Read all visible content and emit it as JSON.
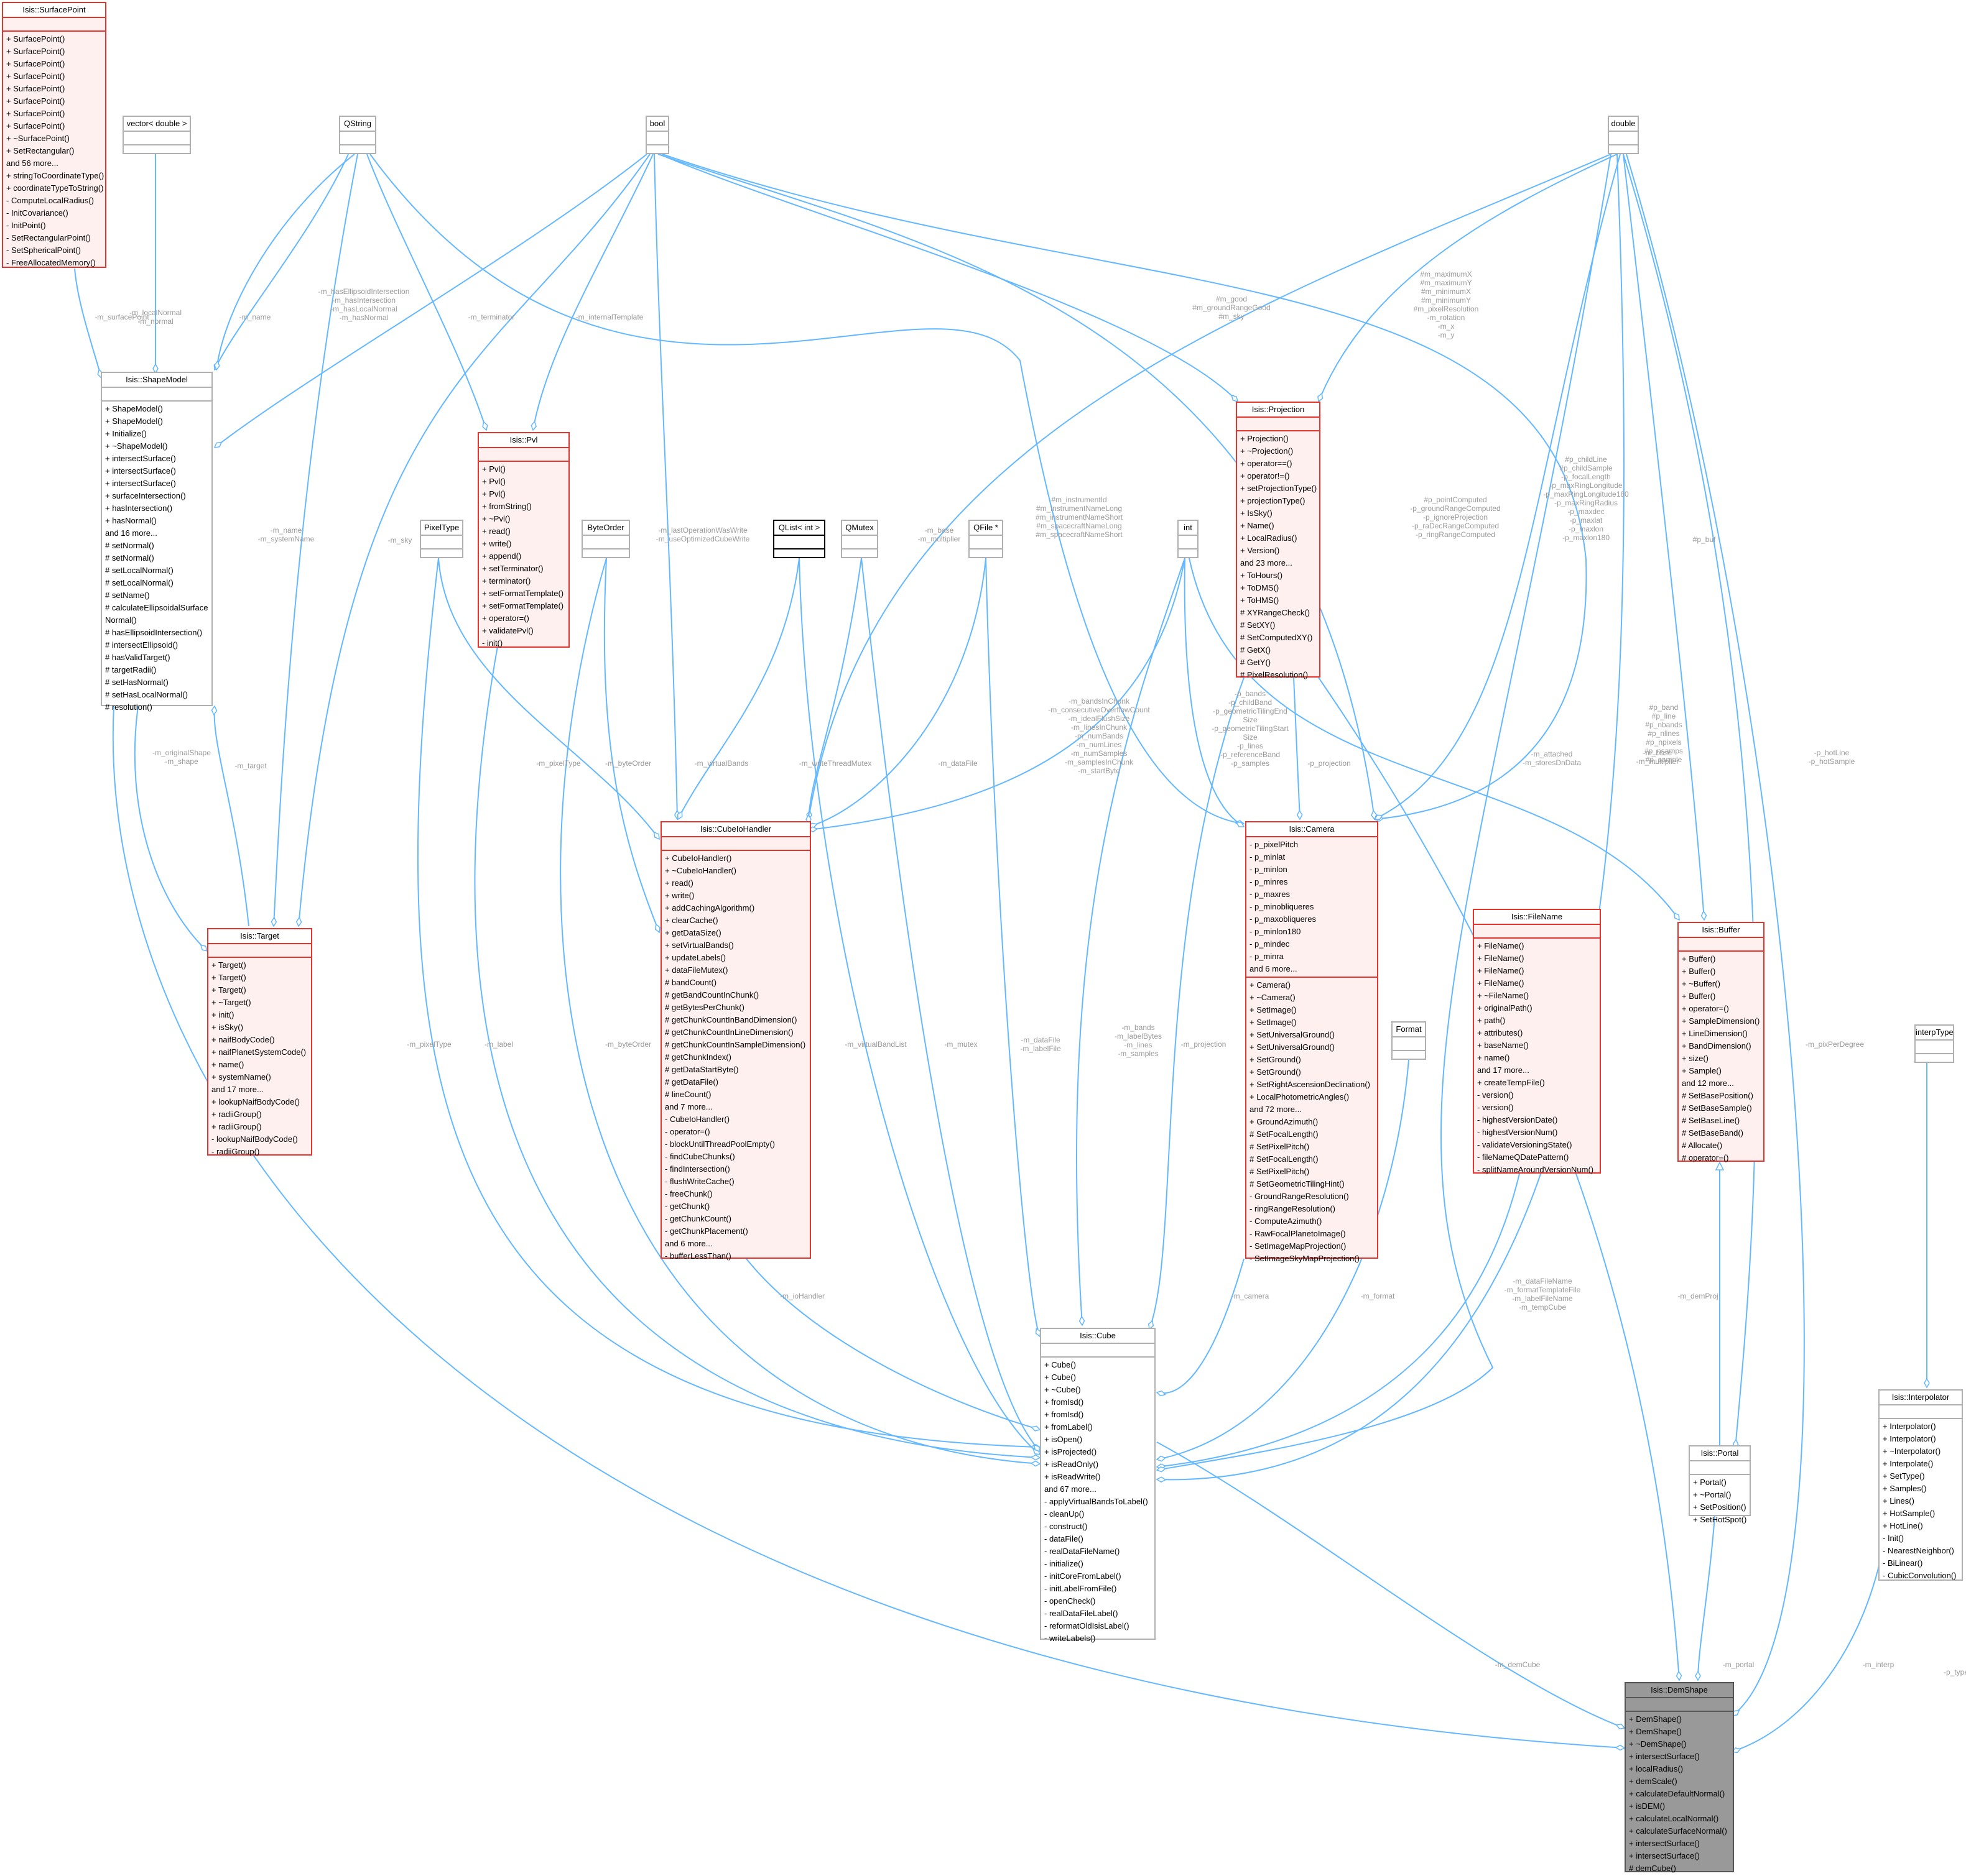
{
  "nodes": [
    {
      "id": "surfacepoint",
      "title": "Isis::SurfacePoint",
      "style": "red",
      "sections": [
        [],
        [
          "+ SurfacePoint()",
          "+ SurfacePoint()",
          "+ SurfacePoint()",
          "+ SurfacePoint()",
          "+ SurfacePoint()",
          "+ SurfacePoint()",
          "+ SurfacePoint()",
          "+ SurfacePoint()",
          "+ ~SurfacePoint()",
          "+ SetRectangular()",
          "   and 56 more...",
          "+ stringToCoordinateType()",
          "+ coordinateTypeToString()",
          "- ComputeLocalRadius()",
          "- InitCovariance()",
          "- InitPoint()",
          "- SetRectangularPoint()",
          "- SetSphericalPoint()",
          "- FreeAllocatedMemory()"
        ]
      ]
    },
    {
      "id": "vector",
      "title": "vector< double >",
      "style": "plain",
      "sections": [
        [],
        []
      ]
    },
    {
      "id": "qstring",
      "title": "QString",
      "style": "plain",
      "sections": [
        [],
        []
      ]
    },
    {
      "id": "bool",
      "title": "bool",
      "style": "plain",
      "sections": [
        [],
        []
      ]
    },
    {
      "id": "double",
      "title": "double",
      "style": "plain",
      "sections": [
        [],
        []
      ]
    },
    {
      "id": "shapemodel",
      "title": "Isis::ShapeModel",
      "style": "plain",
      "sections": [
        [],
        [
          "+ ShapeModel()",
          "+ ShapeModel()",
          "+ Initialize()",
          "+ ~ShapeModel()",
          "+ intersectSurface()",
          "+ intersectSurface()",
          "+ intersectSurface()",
          "+ surfaceIntersection()",
          "+ hasIntersection()",
          "+ hasNormal()",
          "   and 16 more...",
          "# setNormal()",
          "# setNormal()",
          "# setLocalNormal()",
          "# setLocalNormal()",
          "# setName()",
          "# calculateEllipsoidalSurface",
          "   Normal()",
          "# hasEllipsoidIntersection()",
          "# intersectEllipsoid()",
          "# hasValidTarget()",
          "# targetRadii()",
          "# setHasNormal()",
          "# setHasLocalNormal()",
          "# resolution()"
        ]
      ]
    },
    {
      "id": "pvl",
      "title": "Isis::Pvl",
      "style": "red",
      "sections": [
        [],
        [
          "+ Pvl()",
          "+ Pvl()",
          "+ Pvl()",
          "+ fromString()",
          "+ ~Pvl()",
          "+ read()",
          "+ write()",
          "+ append()",
          "+ setTerminator()",
          "+ terminator()",
          "+ setFormatTemplate()",
          "+ setFormatTemplate()",
          "+ operator=()",
          "+ validatePvl()",
          "- init()"
        ]
      ]
    },
    {
      "id": "projection",
      "title": "Isis::Projection",
      "style": "red",
      "sections": [
        [],
        [
          "+ Projection()",
          "+ ~Projection()",
          "+ operator==()",
          "+ operator!=()",
          "+ setProjectionType()",
          "+ projectionType()",
          "+ IsSky()",
          "+ Name()",
          "+ LocalRadius()",
          "+ Version()",
          "   and 23 more...",
          "+ ToHours()",
          "+ ToDMS()",
          "+ ToHMS()",
          "# XYRangeCheck()",
          "# SetXY()",
          "# SetComputedXY()",
          "# GetX()",
          "# GetY()",
          "# PixelResolution()"
        ]
      ]
    },
    {
      "id": "pixeltype",
      "title": "PixelType",
      "style": "plain",
      "sections": [
        [],
        []
      ]
    },
    {
      "id": "byteorder",
      "title": "ByteOrder",
      "style": "plain",
      "sections": [
        [],
        []
      ]
    },
    {
      "id": "qlist",
      "title": "QList< int >",
      "style": "black",
      "sections": [
        [],
        []
      ]
    },
    {
      "id": "qmutex",
      "title": "QMutex",
      "style": "plain",
      "sections": [
        [],
        []
      ]
    },
    {
      "id": "qfile",
      "title": "QFile *",
      "style": "plain",
      "sections": [
        [],
        []
      ]
    },
    {
      "id": "int",
      "title": "int",
      "style": "plain",
      "sections": [
        [],
        []
      ]
    },
    {
      "id": "cubeio",
      "title": "Isis::CubeIoHandler",
      "style": "red",
      "sections": [
        [],
        [
          "+ CubeIoHandler()",
          "+ ~CubeIoHandler()",
          "+ read()",
          "+ write()",
          "+ addCachingAlgorithm()",
          "+ clearCache()",
          "+ getDataSize()",
          "+ setVirtualBands()",
          "+ updateLabels()",
          "+ dataFileMutex()",
          "# bandCount()",
          "# getBandCountInChunk()",
          "# getBytesPerChunk()",
          "# getChunkCountInBandDimension()",
          "# getChunkCountInLineDimension()",
          "# getChunkCountInSampleDimension()",
          "# getChunkIndex()",
          "# getDataStartByte()",
          "# getDataFile()",
          "# lineCount()",
          "   and 7 more...",
          "- CubeIoHandler()",
          "- operator=()",
          "- blockUntilThreadPoolEmpty()",
          "- findCubeChunks()",
          "- findIntersection()",
          "- flushWriteCache()",
          "- freeChunk()",
          "- getChunk()",
          "- getChunkCount()",
          "- getChunkPlacement()",
          "   and 6 more...",
          "- bufferLessThan()"
        ]
      ]
    },
    {
      "id": "camera",
      "title": "Isis::Camera",
      "style": "red",
      "sections": [
        [
          "- p_pixelPitch",
          "- p_minlat",
          "- p_minlon",
          "- p_minres",
          "- p_maxres",
          "- p_minobliqueres",
          "- p_maxobliqueres",
          "- p_minlon180",
          "- p_mindec",
          "- p_minra",
          "   and 6 more..."
        ],
        [
          "+ Camera()",
          "+ ~Camera()",
          "+ SetImage()",
          "+ SetImage()",
          "+ SetUniversalGround()",
          "+ SetUniversalGround()",
          "+ SetGround()",
          "+ SetGround()",
          "+ SetRightAscensionDeclination()",
          "+ LocalPhotometricAngles()",
          "   and 72 more...",
          "+ GroundAzimuth()",
          "# SetFocalLength()",
          "# SetPixelPitch()",
          "# SetFocalLength()",
          "# SetPixelPitch()",
          "# SetGeometricTilingHint()",
          "- GroundRangeResolution()",
          "- ringRangeResolution()",
          "- ComputeAzimuth()",
          "- RawFocalPlanetoImage()",
          "- SetImageMapProjection()",
          "- SetImageSkyMapProjection()"
        ]
      ]
    },
    {
      "id": "target",
      "title": "Isis::Target",
      "style": "red",
      "sections": [
        [],
        [
          "+ Target()",
          "+ Target()",
          "+ Target()",
          "+ ~Target()",
          "+ init()",
          "+ isSky()",
          "+ naifBodyCode()",
          "+ naifPlanetSystemCode()",
          "+ name()",
          "+ systemName()",
          "   and 17 more...",
          "+ lookupNaifBodyCode()",
          "+ radiiGroup()",
          "+ radiiGroup()",
          "- lookupNaifBodyCode()",
          "- radiiGroup()"
        ]
      ]
    },
    {
      "id": "filename",
      "title": "Isis::FileName",
      "style": "red",
      "sections": [
        [],
        [
          "+ FileName()",
          "+ FileName()",
          "+ FileName()",
          "+ FileName()",
          "+ ~FileName()",
          "+ originalPath()",
          "+ path()",
          "+ attributes()",
          "+ baseName()",
          "+ name()",
          "   and 17 more...",
          "+ createTempFile()",
          "- version()",
          "- version()",
          "- highestVersionDate()",
          "- highestVersionNum()",
          "- validateVersioningState()",
          "- fileNameQDatePattern()",
          "- splitNameAroundVersionNum()"
        ]
      ]
    },
    {
      "id": "buffer",
      "title": "Isis::Buffer",
      "style": "red",
      "sections": [
        [],
        [
          "+ Buffer()",
          "+ Buffer()",
          "+ ~Buffer()",
          "+ Buffer()",
          "+ operator=()",
          "+ SampleDimension()",
          "+ LineDimension()",
          "+ BandDimension()",
          "+ size()",
          "+ Sample()",
          "   and 12 more...",
          "# SetBasePosition()",
          "# SetBaseSample()",
          "# SetBaseLine()",
          "# SetBaseBand()",
          "# Allocate()",
          "# operator=()"
        ]
      ]
    },
    {
      "id": "format",
      "title": "Format",
      "style": "plain",
      "sections": [
        [],
        []
      ]
    },
    {
      "id": "interptype",
      "title": "interpType",
      "style": "plain",
      "sections": [
        [],
        []
      ]
    },
    {
      "id": "cube",
      "title": "Isis::Cube",
      "style": "plain",
      "sections": [
        [],
        [
          "+ Cube()",
          "+ Cube()",
          "+ ~Cube()",
          "+ fromIsd()",
          "+ fromIsd()",
          "+ fromLabel()",
          "+ isOpen()",
          "+ isProjected()",
          "+ isReadOnly()",
          "+ isReadWrite()",
          "   and 67 more...",
          "- applyVirtualBandsToLabel()",
          "- cleanUp()",
          "- construct()",
          "- dataFile()",
          "- realDataFileName()",
          "- initialize()",
          "- initCoreFromLabel()",
          "- initLabelFromFile()",
          "- openCheck()",
          "- realDataFileLabel()",
          "- reformatOldIsisLabel()",
          "- writeLabels()"
        ]
      ]
    },
    {
      "id": "interpolator",
      "title": "Isis::Interpolator",
      "style": "plain",
      "sections": [
        [],
        [
          "+ Interpolator()",
          "+ Interpolator()",
          "+ ~Interpolator()",
          "+ Interpolate()",
          "+ SetType()",
          "+ Samples()",
          "+ Lines()",
          "+ HotSample()",
          "+ HotLine()",
          "- Init()",
          "- NearestNeighbor()",
          "- BiLinear()",
          "- CubicConvolution()"
        ]
      ]
    },
    {
      "id": "portal",
      "title": "Isis::Portal",
      "style": "plain",
      "sections": [
        [],
        [
          "+ Portal()",
          "+ ~Portal()",
          "+ SetPosition()",
          "+ SetHotSpot()"
        ]
      ]
    },
    {
      "id": "demshape",
      "title": "Isis::DemShape",
      "style": "gray",
      "sections": [
        [],
        [
          "+ DemShape()",
          "+ DemShape()",
          "+ ~DemShape()",
          "+ intersectSurface()",
          "+ localRadius()",
          "+ demScale()",
          "+ calculateDefaultNormal()",
          "+ isDEM()",
          "+ calculateLocalNormal()",
          "+ calculateSurfaceNormal()",
          "+ intersectSurface()",
          "+ intersectSurface()",
          "# demCube()"
        ]
      ]
    }
  ],
  "labels": [
    [
      "-m_surfacePoint"
    ],
    [
      "-m_localNormal",
      "-m_normal"
    ],
    [
      "-m_name"
    ],
    [
      "-m_hasEllipsoidIntersection",
      "-m_hasIntersection",
      "-m_hasLocalNormal",
      "-m_hasNormal"
    ],
    [
      "-m_terminator"
    ],
    [
      "-m_internalTemplate"
    ],
    [
      "#m_good",
      "#m_groundRangeGood",
      "#m_sky"
    ],
    [
      "#m_maximumX",
      "#m_maximumY",
      "#m_minimumX",
      "#m_minimumY",
      "#m_pixelResolution",
      "-m_rotation",
      "-m_x",
      "-m_y"
    ],
    [
      "-m_name",
      "-m_systemName"
    ],
    [
      "-m_sky"
    ],
    [
      "-m_lastOperationWasWrite",
      "-m_useOptimizedCubeWrite"
    ],
    [
      "-m_base",
      "-m_multiplier"
    ],
    [
      "#m_instrumentId",
      "#m_instrumentNameLong",
      "#m_instrumentNameShort",
      "#m_spacecraftNameLong",
      "#m_spacecraftNameShort"
    ],
    [
      "#p_pointComputed",
      "-p_groundRangeComputed",
      "-p_ignoreProjection",
      "-p_raDecRangeComputed",
      "-p_ringRangeComputed"
    ],
    [
      "#p_childLine",
      "#p_childSample",
      "-p_focalLength",
      "-p_maxRingLongitude",
      "-p_maxRingLongitude180",
      "-p_maxRingRadius",
      "-p_maxdec",
      "-p_maxlat",
      "-p_maxlon",
      "-p_maxlon180"
    ],
    [
      "#p_buf"
    ],
    [
      "-m_originalShape",
      "-m_shape"
    ],
    [
      "-m_target"
    ],
    [
      "-m_pixelType"
    ],
    [
      "-m_byteOrder"
    ],
    [
      "-m_virtualBands"
    ],
    [
      "-m_writeThreadMutex"
    ],
    [
      "-m_dataFile"
    ],
    [
      "-m_bandsInChunk",
      "-m_consecutiveOverflowCount",
      "-m_idealFlushSize",
      "-m_linesInChunk",
      "-m_numBands",
      "-m_numLines",
      "-m_numSamples",
      "-m_samplesInChunk",
      "-m_startByte"
    ],
    [
      "-p_bands",
      "-p_childBand",
      "-p_geometricTilingEnd",
      "Size",
      "-p_geometricTilingStart",
      "Size",
      "-p_lines",
      "-p_referenceBand",
      "-p_samples"
    ],
    [
      "-p_projection"
    ],
    [
      "#p_band",
      "#p_line",
      "#p_nbands",
      "#p_nlines",
      "#p_npixels",
      "#p_nsamps",
      "#p_sample"
    ],
    [
      "-m_attached",
      "-m_storesDnData"
    ],
    [
      "-m_base",
      "-m_multiplier"
    ],
    [
      "-p_hotLine",
      "-p_hotSample"
    ],
    [
      "-m_pixelType"
    ],
    [
      "-m_label"
    ],
    [
      "-m_byteOrder"
    ],
    [
      "-m_virtualBandList"
    ],
    [
      "-m_mutex"
    ],
    [
      "-m_dataFile",
      "-m_labelFile"
    ],
    [
      "-m_bands",
      "-m_labelBytes",
      "-m_lines",
      "-m_samples"
    ],
    [
      "-m_projection"
    ],
    [
      "-m_pixPerDegree"
    ],
    [
      "-m_ioHandler"
    ],
    [
      "-m_camera"
    ],
    [
      "-m_format"
    ],
    [
      "-m_dataFileName",
      "-m_formatTemplateFile",
      "-m_labelFileName",
      "-m_tempCube"
    ],
    [
      "-m_demProj"
    ],
    [
      "-p_type"
    ],
    [
      "-m_demCube"
    ],
    [
      "-m_portal"
    ],
    [
      "-m_interp"
    ]
  ]
}
